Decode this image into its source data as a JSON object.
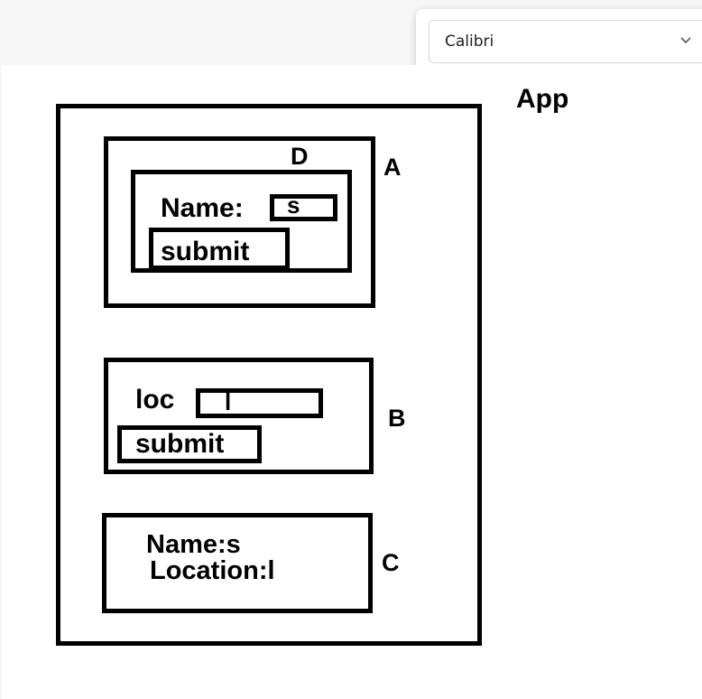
{
  "toolbar": {
    "font_select": {
      "value": "Calibri",
      "icon": "chevron-down-icon"
    }
  },
  "diagram": {
    "app_label": "App",
    "component_a_label": "A",
    "component_b_label": "B",
    "component_c_label": "C",
    "component_d_label": "D",
    "d": {
      "name_label": "Name:",
      "name_input_value": "s",
      "submit_label": "submit"
    },
    "b": {
      "loc_label": "loc",
      "loc_input_value": "l",
      "submit_label": "submit"
    },
    "c": {
      "name_line": "Name:s",
      "location_line": "Location:l"
    }
  }
}
